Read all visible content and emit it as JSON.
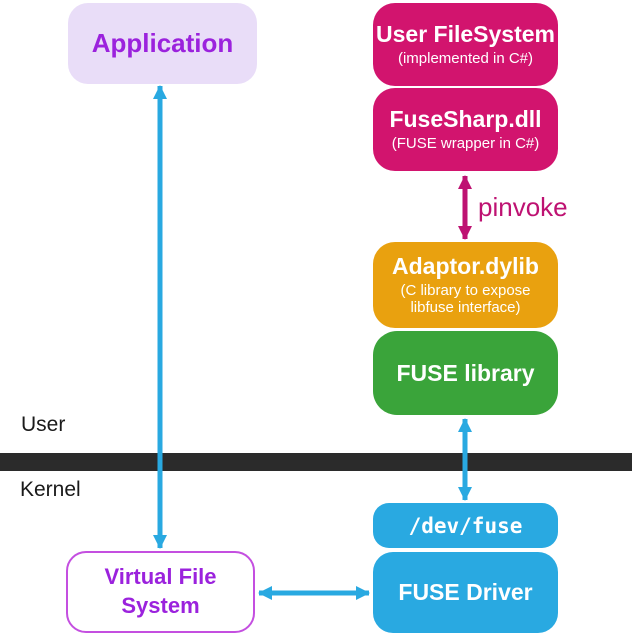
{
  "diagram": {
    "boxes": {
      "application": {
        "label": "Application"
      },
      "user_filesystem": {
        "title": "User FileSystem",
        "subtitle": "(implemented in C#)"
      },
      "fusesharp": {
        "title": "FuseSharp.dll",
        "subtitle": "(FUSE wrapper in C#)"
      },
      "adaptor": {
        "title": "Adaptor.dylib",
        "subtitle": "(C library to expose libfuse interface)"
      },
      "fuse_library": {
        "label": "FUSE library"
      },
      "dev_fuse": {
        "label": "/dev/fuse"
      },
      "fuse_driver": {
        "label": "FUSE Driver"
      },
      "virtual_file_system": {
        "label": "Virtual File System"
      }
    },
    "labels": {
      "pinvoke": "pinvoke",
      "user_zone": "User",
      "kernel_zone": "Kernel"
    },
    "colors": {
      "magenta": "#D2146E",
      "arrow_magenta": "#BE1272",
      "orange": "#E9A10F",
      "green": "#3AA43A",
      "blue": "#29A9E1",
      "lavender": "#E9DDF8",
      "purple_text": "#9B22DD",
      "vfs_border": "#C44FE0",
      "divider": "#2B2B2B"
    }
  }
}
